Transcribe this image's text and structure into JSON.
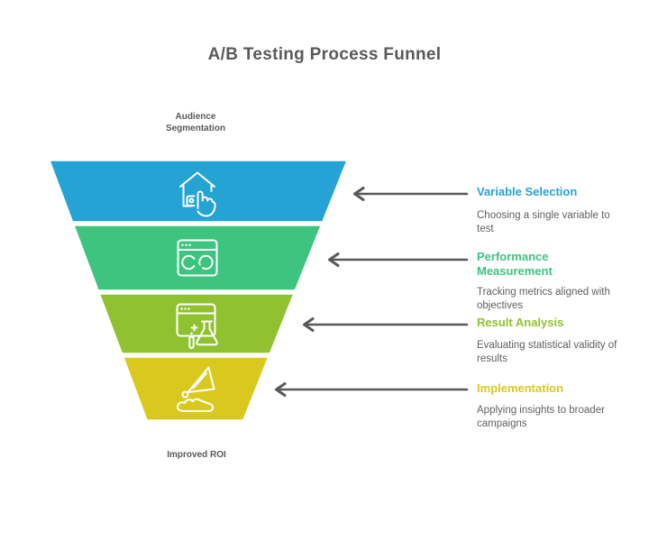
{
  "title": {
    "text": "A/B Testing Process Funnel",
    "color": "#58595B"
  },
  "funnel": {
    "top_label": "Audience Segmentation",
    "bottom_label": "Improved ROI",
    "label_color": "#58595B"
  },
  "steps": [
    {
      "title": "Variable Selection",
      "description": "Choosing a single variable to test",
      "color": "#24A3D4",
      "icon": "house-select-icon"
    },
    {
      "title": "Performance Measurement",
      "description": "Tracking metrics aligned with objectives",
      "color": "#3DC47E",
      "icon": "ab-compare-window-icon"
    },
    {
      "title": "Result Analysis",
      "description": "Evaluating statistical validity of results",
      "color": "#90C12F",
      "icon": "experiment-flask-window-icon"
    },
    {
      "title": "Implementation",
      "description": "Applying insights to broader campaigns",
      "color": "#D9C91E",
      "icon": "megaphone-hand-icon"
    }
  ],
  "arrow": {
    "color": "#58595B"
  },
  "description_color": "#5E5F62"
}
